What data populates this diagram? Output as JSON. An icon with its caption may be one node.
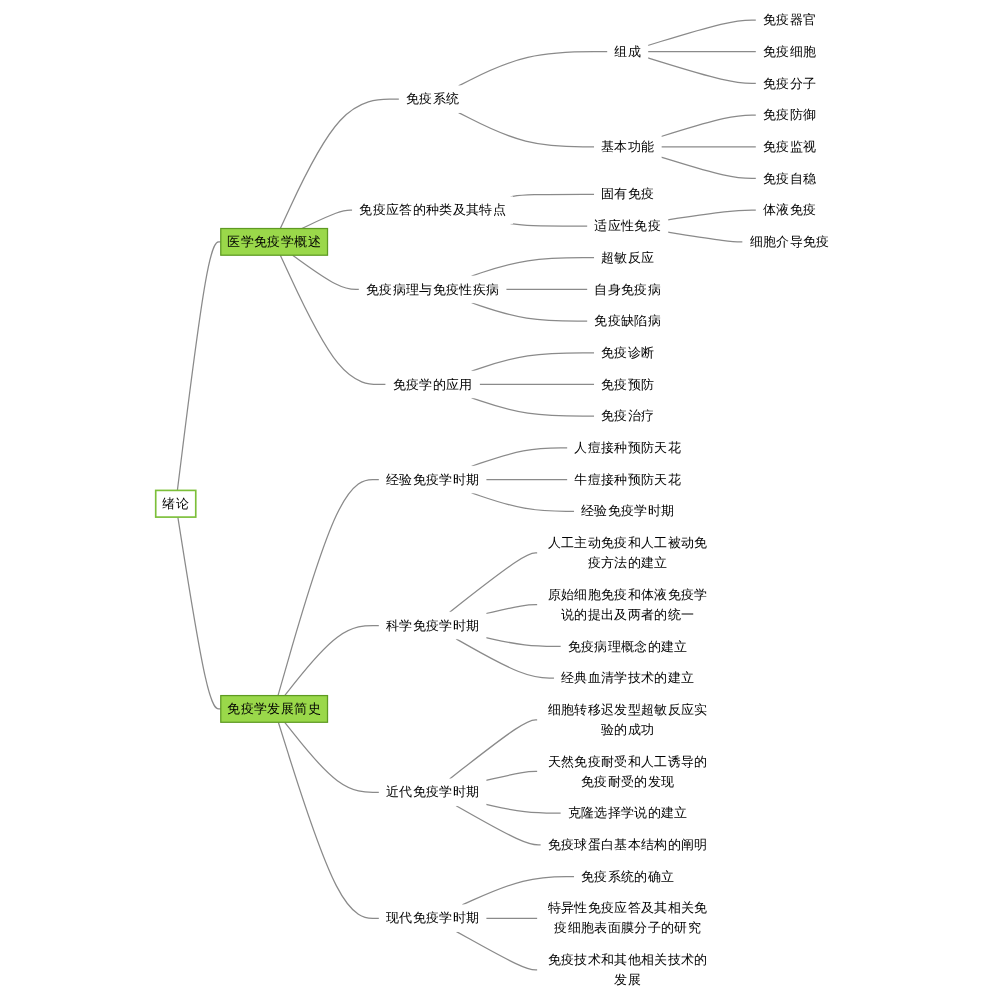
{
  "diagram": {
    "nodes": [
      {
        "text": [
          "绪论"
        ]
      },
      {
        "text": [
          "医学免疫学概述"
        ]
      },
      {
        "text": [
          "免疫系统"
        ]
      },
      {
        "text": [
          "组成"
        ]
      },
      {
        "text": [
          "免疫器官"
        ]
      },
      {
        "text": [
          "免疫细胞"
        ]
      },
      {
        "text": [
          "免疫分子"
        ]
      },
      {
        "text": [
          "基本功能"
        ]
      },
      {
        "text": [
          "免疫防御"
        ]
      },
      {
        "text": [
          "免疫监视"
        ]
      },
      {
        "text": [
          "免疫自稳"
        ]
      },
      {
        "text": [
          "免疫应答的种类及其特点"
        ]
      },
      {
        "text": [
          "固有免疫"
        ]
      },
      {
        "text": [
          "适应性免疫"
        ]
      },
      {
        "text": [
          "体液免疫"
        ]
      },
      {
        "text": [
          "细胞介导免疫"
        ]
      },
      {
        "text": [
          "免疫病理与免疫性疾病"
        ]
      },
      {
        "text": [
          "超敏反应"
        ]
      },
      {
        "text": [
          "自身免疫病"
        ]
      },
      {
        "text": [
          "免疫缺陷病"
        ]
      },
      {
        "text": [
          "免疫学的应用"
        ]
      },
      {
        "text": [
          "免疫诊断"
        ]
      },
      {
        "text": [
          "免疫预防"
        ]
      },
      {
        "text": [
          "免疫治疗"
        ]
      },
      {
        "text": [
          "免疫学发展简史"
        ]
      },
      {
        "text": [
          "经验免疫学时期"
        ]
      },
      {
        "text": [
          "人痘接种预防天花"
        ]
      },
      {
        "text": [
          "牛痘接种预防天花"
        ]
      },
      {
        "text": [
          "经验免疫学时期"
        ]
      },
      {
        "text": [
          "科学免疫学时期"
        ]
      },
      {
        "text": [
          "人工主动免疫和人工被动免疫方法的建立"
        ]
      },
      {
        "text": [
          "原始细胞免疫和体液免疫学说的提出及两者的统一"
        ]
      },
      {
        "text": [
          "免疫病理概念的建立"
        ]
      },
      {
        "text": [
          "经典血清学技术的建立"
        ]
      },
      {
        "text": [
          "近代免疫学时期"
        ]
      },
      {
        "text": [
          "细胞转移迟发型超敏反应实验的成功"
        ]
      },
      {
        "text": [
          "天然免疫耐受和人工诱导的免疫耐受的发现"
        ]
      },
      {
        "text": [
          "克隆选择学说的建立"
        ]
      },
      {
        "text": [
          "免疫球蛋白基本结构的阐明"
        ]
      },
      {
        "text": [
          "现代免疫学时期"
        ]
      },
      {
        "text": [
          "免疫系统的确立"
        ]
      },
      {
        "text": [
          "特异性免疫应答及其相关免疫细胞表面膜分子的研究"
        ]
      },
      {
        "text": [
          "免疫技术和其他相关技术的发展"
        ]
      }
    ],
    "edges": [
      {
        "from": 0,
        "to": 1,
        "arrow": "none"
      },
      {
        "from": 1,
        "to": 2,
        "arrow": "none"
      },
      {
        "from": 2,
        "to": 3,
        "arrow": "none"
      },
      {
        "from": 3,
        "to": 4,
        "arrow": "none"
      },
      {
        "from": 3,
        "to": 5,
        "arrow": "none"
      },
      {
        "from": 3,
        "to": 6,
        "arrow": "none"
      },
      {
        "from": 2,
        "to": 7,
        "arrow": "none"
      },
      {
        "from": 7,
        "to": 8,
        "arrow": "none"
      },
      {
        "from": 7,
        "to": 9,
        "arrow": "none"
      },
      {
        "from": 7,
        "to": 10,
        "arrow": "none"
      },
      {
        "from": 1,
        "to": 11,
        "arrow": "none"
      },
      {
        "from": 11,
        "to": 12,
        "arrow": "none"
      },
      {
        "from": 11,
        "to": 13,
        "arrow": "none"
      },
      {
        "from": 13,
        "to": 14,
        "arrow": "none"
      },
      {
        "from": 13,
        "to": 15,
        "arrow": "none"
      },
      {
        "from": 1,
        "to": 16,
        "arrow": "none"
      },
      {
        "from": 16,
        "to": 17,
        "arrow": "none"
      },
      {
        "from": 16,
        "to": 18,
        "arrow": "none"
      },
      {
        "from": 16,
        "to": 19,
        "arrow": "none"
      },
      {
        "from": 1,
        "to": 20,
        "arrow": "none"
      },
      {
        "from": 20,
        "to": 21,
        "arrow": "none"
      },
      {
        "from": 20,
        "to": 22,
        "arrow": "none"
      },
      {
        "from": 20,
        "to": 23,
        "arrow": "none"
      },
      {
        "from": 0,
        "to": 24,
        "arrow": "none"
      },
      {
        "from": 24,
        "to": 25,
        "arrow": "none"
      },
      {
        "from": 25,
        "to": 26,
        "arrow": "none"
      },
      {
        "from": 25,
        "to": 27,
        "arrow": "none"
      },
      {
        "from": 25,
        "to": 28,
        "arrow": "none"
      },
      {
        "from": 24,
        "to": 29,
        "arrow": "none"
      },
      {
        "from": 29,
        "to": 30,
        "arrow": "none"
      },
      {
        "from": 29,
        "to": 31,
        "arrow": "none"
      },
      {
        "from": 29,
        "to": 32,
        "arrow": "none"
      },
      {
        "from": 29,
        "to": 33,
        "arrow": "none"
      },
      {
        "from": 24,
        "to": 34,
        "arrow": "none"
      },
      {
        "from": 34,
        "to": 35,
        "arrow": "none"
      },
      {
        "from": 34,
        "to": 36,
        "arrow": "none"
      },
      {
        "from": 34,
        "to": 37,
        "arrow": "none"
      },
      {
        "from": 34,
        "to": 38,
        "arrow": "none"
      },
      {
        "from": 24,
        "to": 39,
        "arrow": "none"
      },
      {
        "from": 39,
        "to": 40,
        "arrow": "none"
      },
      {
        "from": 39,
        "to": 41,
        "arrow": "none"
      },
      {
        "from": 39,
        "to": 42,
        "arrow": "none"
      }
    ]
  }
}
